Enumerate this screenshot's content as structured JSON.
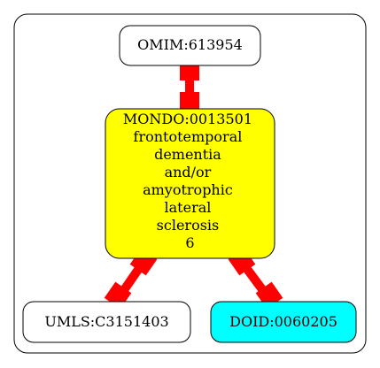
{
  "colors": {
    "edge": "#ff0000",
    "frame_border": "#000000",
    "node_border": "#000000",
    "node_default_fill": "#ffffff",
    "mondo_fill": "#ffff00",
    "doid_fill": "#00ffff"
  },
  "nodes": {
    "omim": {
      "label": "OMIM:613954"
    },
    "mondo": {
      "lines": [
        "MONDO:0013501",
        "frontotemporal",
        "dementia",
        "and/or",
        "amyotrophic",
        "lateral",
        "sclerosis",
        "6"
      ]
    },
    "umls": {
      "label": "UMLS:C3151403"
    },
    "doid": {
      "label": "DOID:0060205"
    }
  },
  "edges": [
    {
      "from": "omim",
      "to": "mondo"
    },
    {
      "from": "mondo",
      "to": "umls"
    },
    {
      "from": "mondo",
      "to": "doid"
    }
  ]
}
